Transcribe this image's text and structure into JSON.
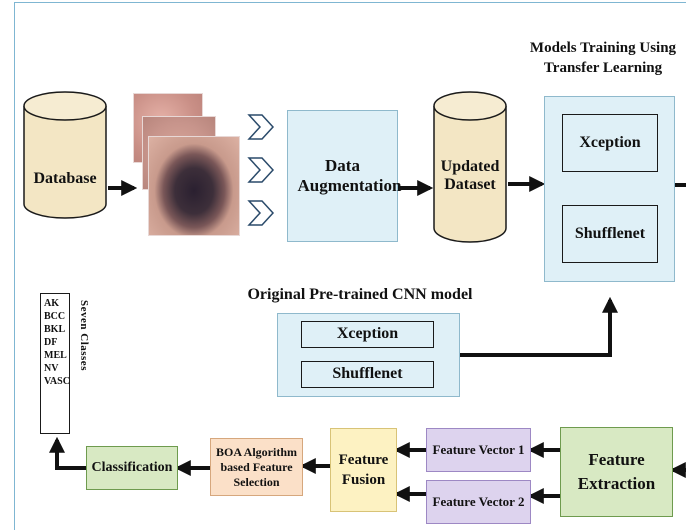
{
  "database_label": "Database",
  "augmentation_label": "Data Augmentation",
  "updated_dataset_label": "Updated Dataset",
  "models_training_title": "Models Training Using Transfer Learning",
  "training_models": [
    "Xception",
    "Shufflenet"
  ],
  "pretrained_title": "Original Pre-trained CNN model",
  "pretrained_models": [
    "Xception",
    "Shufflenet"
  ],
  "feature_extraction_label": "Feature Extraction",
  "feature_vectors": [
    "Feature Vector 1",
    "Feature Vector 2"
  ],
  "feature_fusion_label": "Feature Fusion",
  "boa_label": "BOA Algorithm based Feature Selection",
  "classification_label": "Classification",
  "classes_title": "Seven Classes",
  "classes": [
    "AK",
    "BCC",
    "BKL",
    "DF",
    "MEL",
    "NV",
    "VASC"
  ],
  "colors": {
    "light_blue_fill": "#dff0f7",
    "lavender_fill": "#ddd3ee",
    "green_fill": "#d8e9c3",
    "yellow_fill": "#fdf2c2",
    "peach_fill": "#fbe0c8",
    "cylinder_fill": "#f3e6c4",
    "arrow_color": "#111111"
  }
}
